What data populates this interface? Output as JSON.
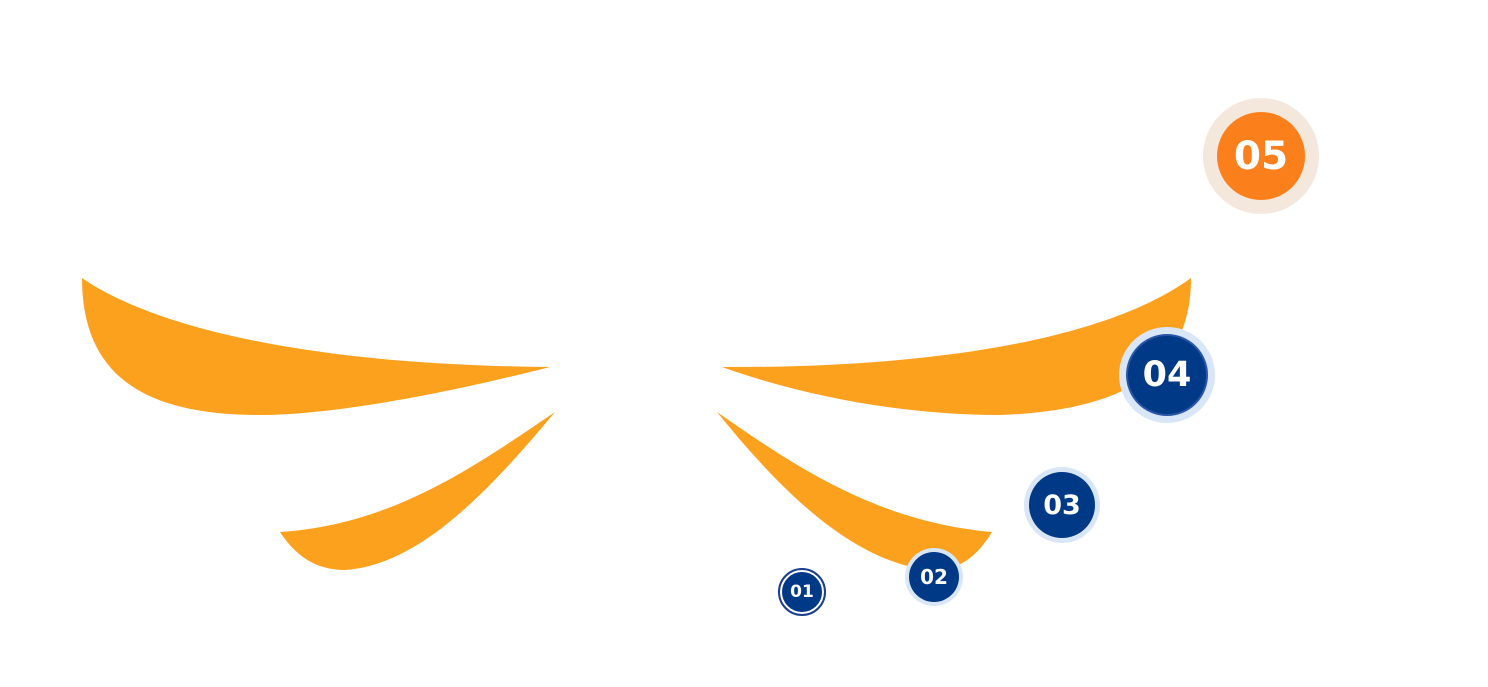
{
  "colors": {
    "wing": "#fca11e",
    "badge_blue": "#003a86",
    "badge_blue_halo": "#d9e6f7",
    "badge_orange": "#fb7f1a",
    "badge_orange_halo": "#f4e7db"
  },
  "steps": [
    {
      "number": "01",
      "color": "badge_blue"
    },
    {
      "number": "02",
      "color": "badge_blue"
    },
    {
      "number": "03",
      "color": "badge_blue"
    },
    {
      "number": "04",
      "color": "badge_blue"
    },
    {
      "number": "05",
      "color": "badge_orange"
    }
  ]
}
